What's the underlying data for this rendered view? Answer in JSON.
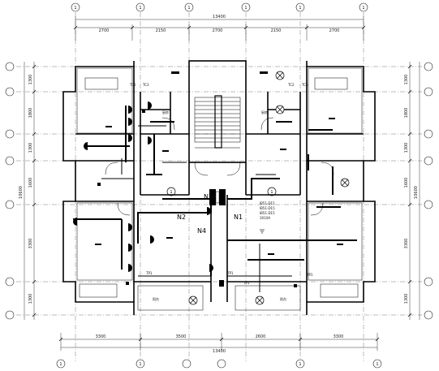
{
  "top_dims": {
    "total": "13400",
    "segments": [
      "2700",
      "2150",
      "2700",
      "2150",
      "2700"
    ]
  },
  "bottom_dims": {
    "total": "13400",
    "segments": [
      "3300",
      "3500",
      "2600",
      "3300"
    ]
  },
  "left_dims": {
    "total": "10600",
    "segments": [
      "1300",
      "1800",
      "1300",
      "1600",
      "3300",
      "1300"
    ]
  },
  "right_dims": {
    "total": "10600",
    "segments": [
      "1300",
      "1800",
      "1300",
      "1600",
      "3300",
      "1300"
    ]
  },
  "circuit_labels": [
    "N3",
    "N2",
    "N1",
    "N4"
  ],
  "panel_markers": [
    "1",
    "1"
  ],
  "balcony_labels": [
    "阳台",
    "阳台"
  ],
  "panel_spec_lines": [
    "IB51-D15",
    "IB51-D15",
    "IB51-D15",
    "3X10A"
  ],
  "small_labels": [
    "TC2",
    "TC3",
    "TC2",
    "TC3",
    "TP1",
    "TP1",
    "TP1",
    "TP1",
    "厨房",
    "厨房"
  ],
  "axis_bubbles": [
    "1",
    "1",
    "1",
    "1",
    "1",
    "1",
    "1",
    "1",
    "1",
    "1"
  ]
}
